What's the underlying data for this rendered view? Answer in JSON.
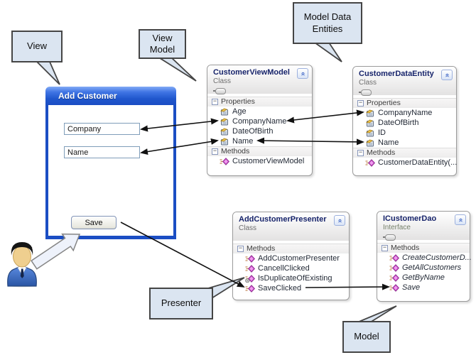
{
  "labels": {
    "properties": "Properties",
    "methods": "Methods"
  },
  "callouts": {
    "view": "View",
    "view_model": "View Model",
    "model_data_entities": "Model Data Entities",
    "presenter": "Presenter",
    "model": "Model"
  },
  "window": {
    "title": "Add Customer",
    "company_value": "Company",
    "name_value": "Name",
    "save_label": "Save"
  },
  "boxes": {
    "viewmodel": {
      "title": "CustomerViewModel",
      "kind": "Class",
      "properties": [
        "Age",
        "CompanyName",
        "DateOfBirth",
        "Name"
      ],
      "methods": [
        "CustomerViewModel"
      ]
    },
    "dataentity": {
      "title": "CustomerDataEntity",
      "kind": "Class",
      "properties": [
        "CompanyName",
        "DateOfBirth",
        "ID",
        "Name"
      ],
      "methods": [
        "CustomerDataEntity(..."
      ]
    },
    "presenter": {
      "title": "AddCustomerPresenter",
      "kind": "Class",
      "methods": [
        "AddCustomerPresenter",
        "CancellClicked",
        "IsDuplicateOfExisting",
        "SaveClicked"
      ]
    },
    "dao": {
      "title": "ICustomerDao",
      "kind": "Interface",
      "methods": [
        "CreateCustomerD...",
        "GetAllCustomers",
        "GetByName",
        "Save"
      ]
    }
  },
  "icons": {
    "collapse_chevron": "«",
    "expander": "−"
  },
  "colors": {
    "titlebar_blue": "#1b4ec4",
    "callout_fill": "#dbe5f1",
    "method_icon": "#cd4fcd",
    "property_icon": "#f3c84f",
    "arrow": "#111111"
  }
}
